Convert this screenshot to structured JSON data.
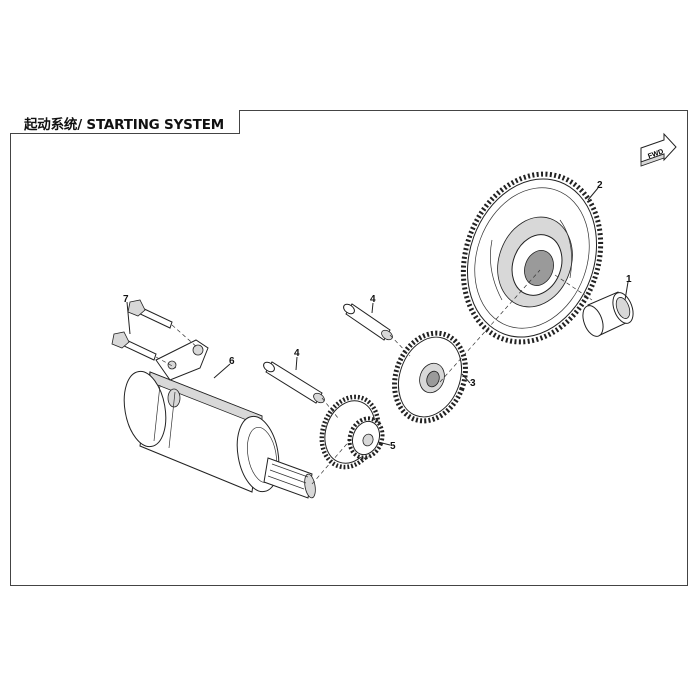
{
  "title": "起动系统/ STARTING SYSTEM",
  "fwd_label": "FWD",
  "callouts": {
    "c1": "1",
    "c2": "2",
    "c3": "3",
    "c4a": "4",
    "c4b": "4",
    "c5": "5",
    "c6": "6",
    "c7": "7"
  }
}
